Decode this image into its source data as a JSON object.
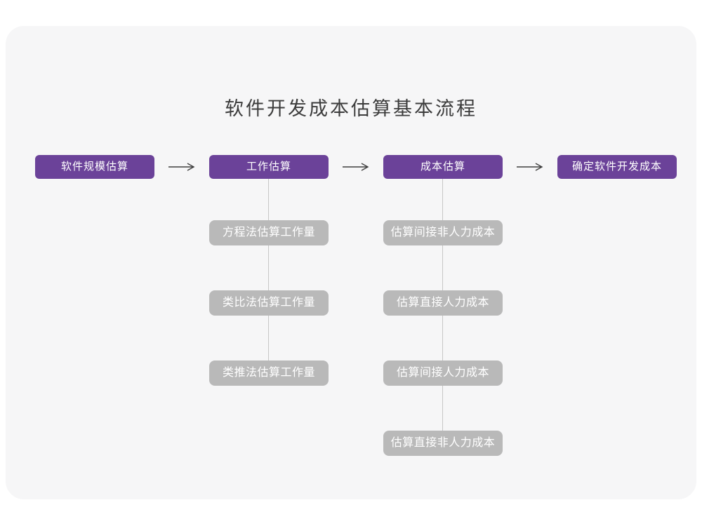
{
  "title": "软件开发成本估算基本流程",
  "flow": {
    "main_steps": [
      "软件规模估算",
      "工作估算",
      "成本估算",
      "确定软件开发成本"
    ],
    "work_estimation_methods": [
      "方程法估算工作量",
      "类比法估算工作量",
      "类推法估算工作量"
    ],
    "cost_estimation_steps": [
      "估算间接非人力成本",
      "估算直接人力成本",
      "估算间接人力成本",
      "估算直接非人力成本"
    ]
  },
  "colors": {
    "primary": "#6b4299",
    "secondary_box": "#b9b9b9",
    "connector": "#c7c7c7",
    "arrow": "#3f3f3f",
    "card_bg": "#f6f6f7",
    "title_text": "#3c3c3c"
  }
}
